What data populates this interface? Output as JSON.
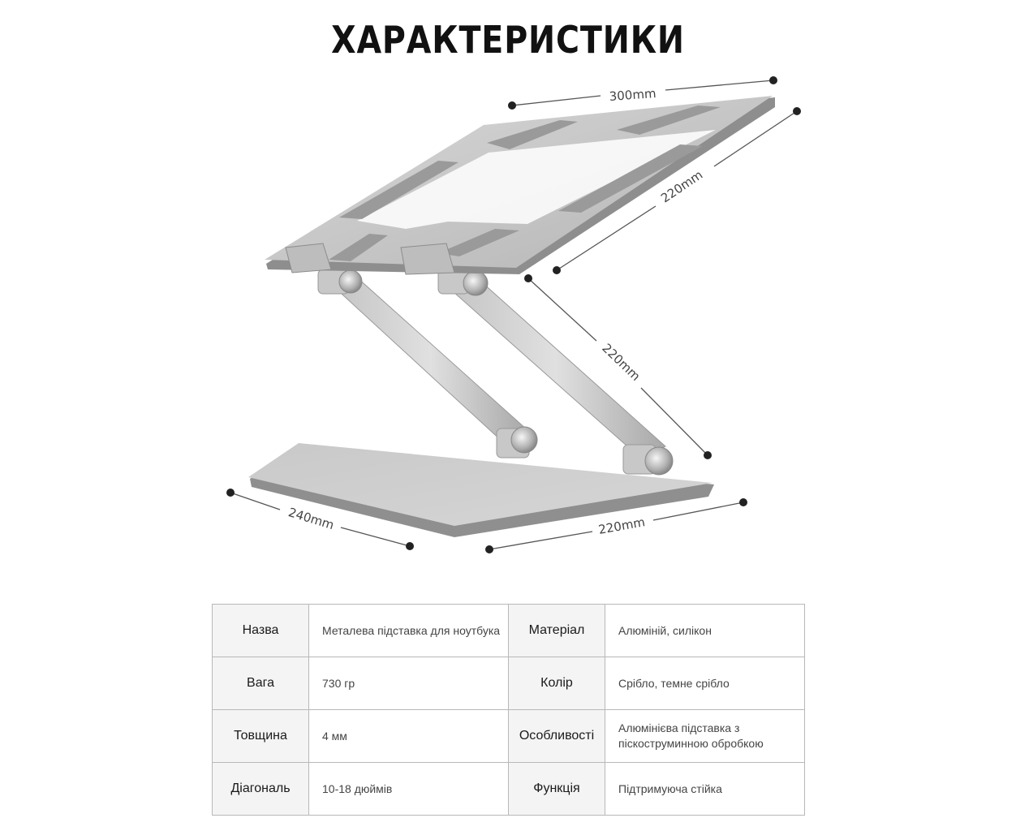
{
  "title": "ХАРАКТЕРИСТИКИ",
  "dimensions": {
    "top_width": "300mm",
    "top_depth": "220mm",
    "arm_length": "220mm",
    "base_depth": "240mm",
    "base_width": "220mm"
  },
  "specs": [
    {
      "label": "Назва",
      "value": "Металева підставка для ноутбука",
      "label2": "Матеріал",
      "value2": "Алюміній, силікон"
    },
    {
      "label": "Вага",
      "value": "730 гр",
      "label2": "Колір",
      "value2": "Срібло, темне срібло"
    },
    {
      "label": "Товщина",
      "value": "4 мм",
      "label2": "Особливості",
      "value2": "Алюмінієва підставка з піскоструминною обробкою"
    },
    {
      "label": "Діагональ",
      "value": "10-18 дюймів",
      "label2": "Функція",
      "value2": "Підтримуюча стійка"
    }
  ],
  "colors": {
    "metal": "#b9b9b9",
    "metal_dark": "#8d8d8d",
    "line": "#555555"
  }
}
